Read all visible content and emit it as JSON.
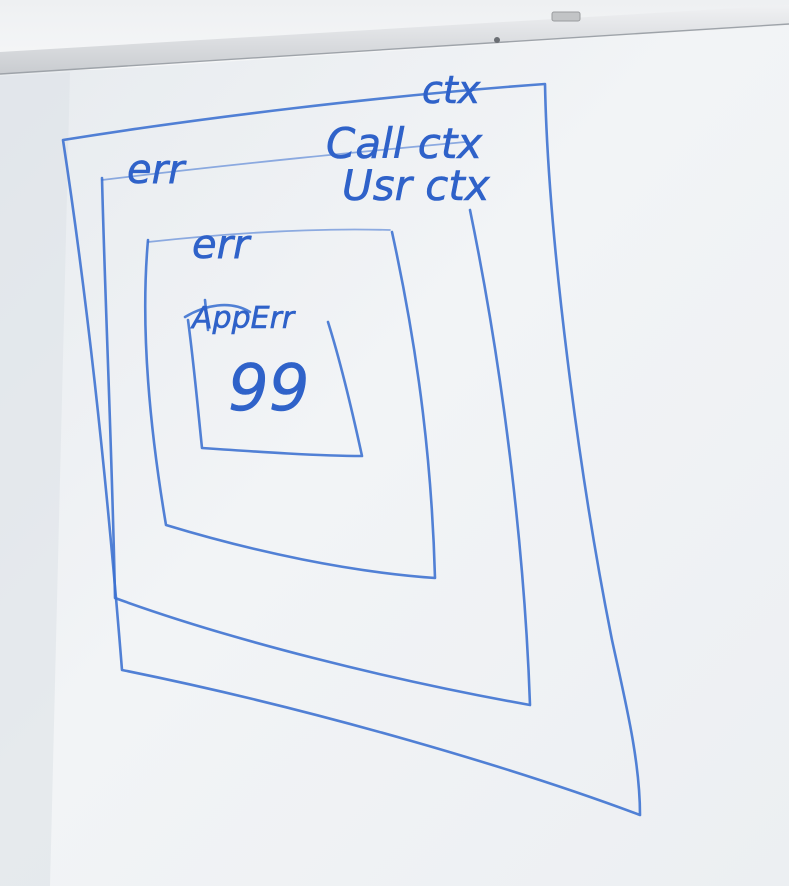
{
  "board": {
    "labels": {
      "ctx_top": "ctx",
      "call_ctx": "Call ctx",
      "usr_ctx": "Usr ctx",
      "outer_err": "err",
      "inner_err": "err",
      "app_err": "AppErr",
      "code": "99"
    }
  },
  "colors": {
    "ink": "#2f62c9",
    "board": "#f3f5f7",
    "tray": "#d5d8dc"
  }
}
